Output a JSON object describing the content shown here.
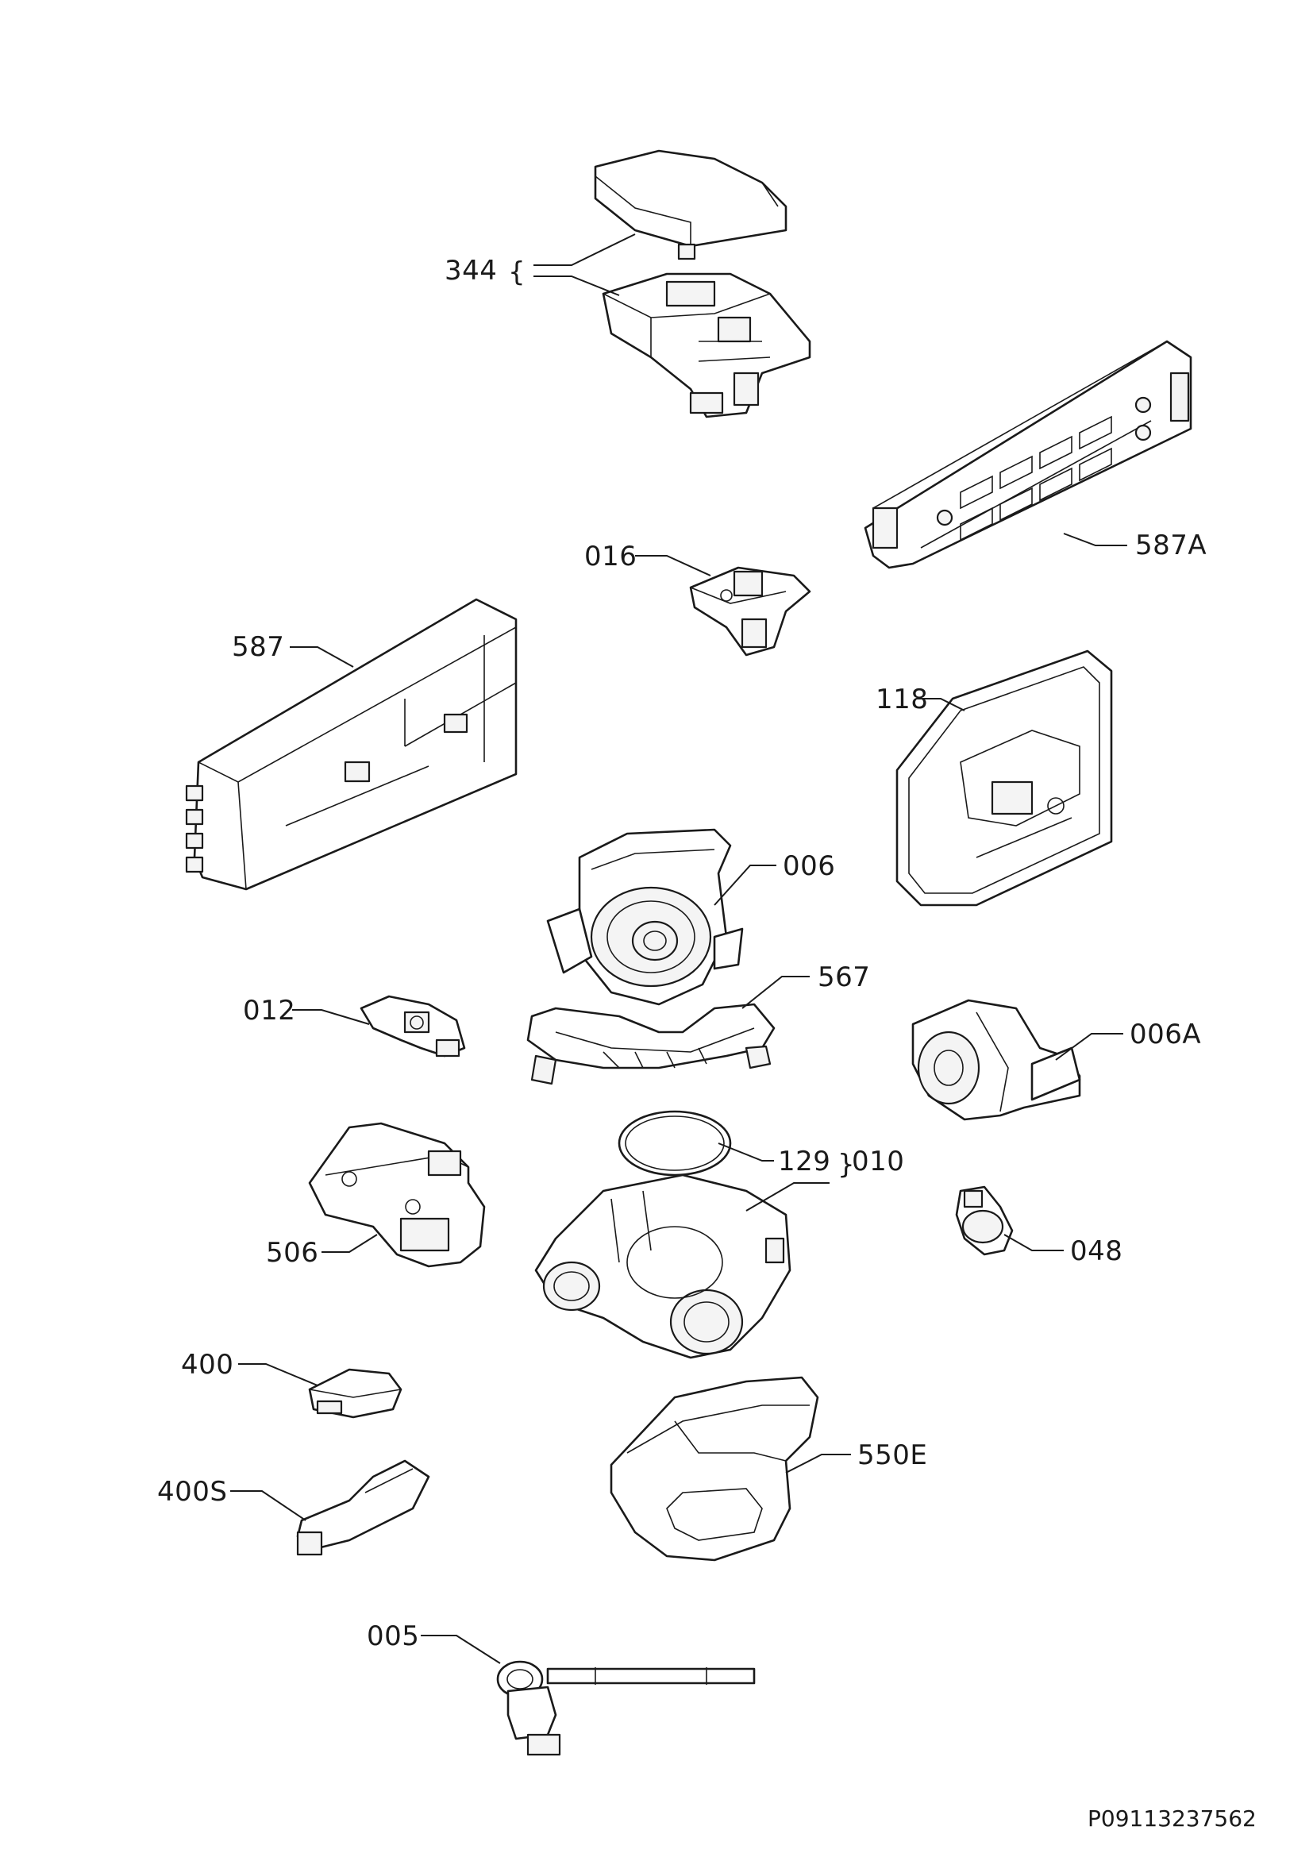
{
  "diagram": {
    "title": "",
    "drawing_code": "P09113237562",
    "labels": {
      "p344": "344",
      "p344_brace": "{",
      "p587A": "587A",
      "p016": "016",
      "p587": "587",
      "p118": "118",
      "p006": "006",
      "p567": "567",
      "p012": "012",
      "p006A": "006A",
      "p129": "129",
      "p010_brace": "}",
      "p010": "010",
      "p506": "506",
      "p048": "048",
      "p400": "400",
      "p400S": "400S",
      "p550E": "550E",
      "p005": "005"
    }
  }
}
